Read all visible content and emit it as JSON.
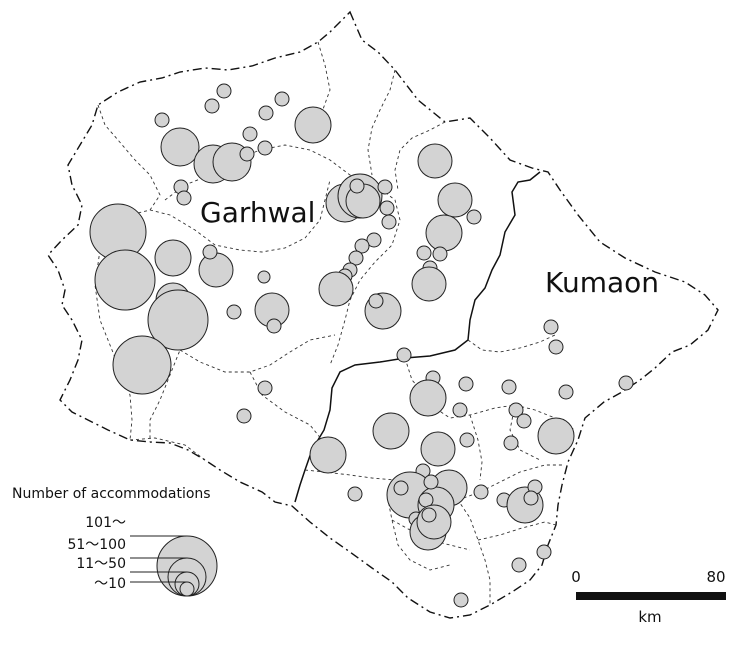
{
  "regions": {
    "garhwal": "Garhwal",
    "kumaon": "Kumaon"
  },
  "legend": {
    "title": "Number of accommodations",
    "classes": [
      "101～",
      "51～100",
      "11～50",
      "～10"
    ]
  },
  "scale": {
    "start": "0",
    "end": "80",
    "unit": "km"
  },
  "colors": {
    "circle_fill": "#d3d3d3",
    "circle_stroke": "#222222",
    "boundary": "#111111"
  }
}
